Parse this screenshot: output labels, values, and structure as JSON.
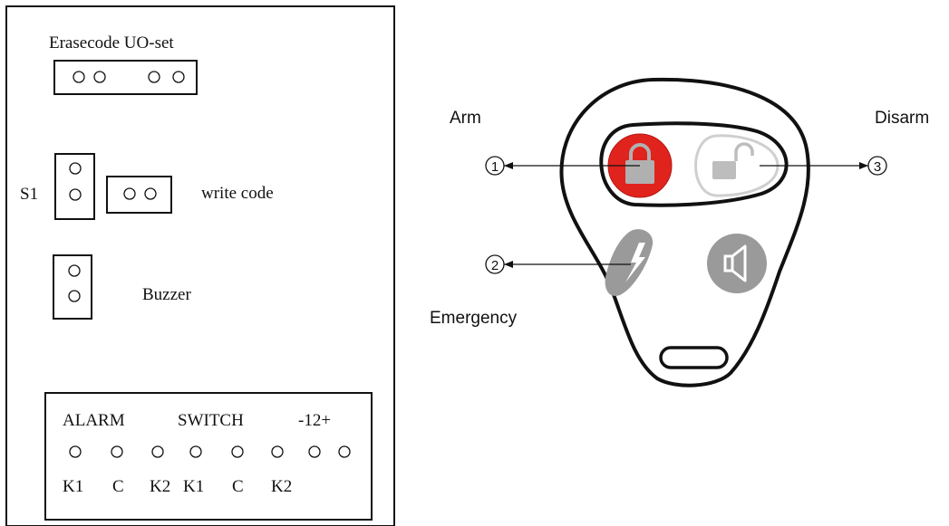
{
  "board": {
    "erasecode_label": "Erasecode UO-set",
    "s1_label": "S1",
    "write_code_label": "write code",
    "buzzer_label": "Buzzer",
    "terminal": {
      "groups": [
        "ALARM",
        "SWITCH",
        "-12+"
      ],
      "pin_labels": [
        "K1",
        "C",
        "K2",
        "K1",
        "C",
        "K2"
      ]
    }
  },
  "remote": {
    "arm_label": "Arm",
    "disarm_label": "Disarm",
    "emergency_label": "Emergency",
    "callouts": [
      "1",
      "2",
      "3"
    ],
    "colors": {
      "arm_button": "#e0231d",
      "grey_button": "#9a9a9a",
      "outline": "#111111"
    }
  }
}
